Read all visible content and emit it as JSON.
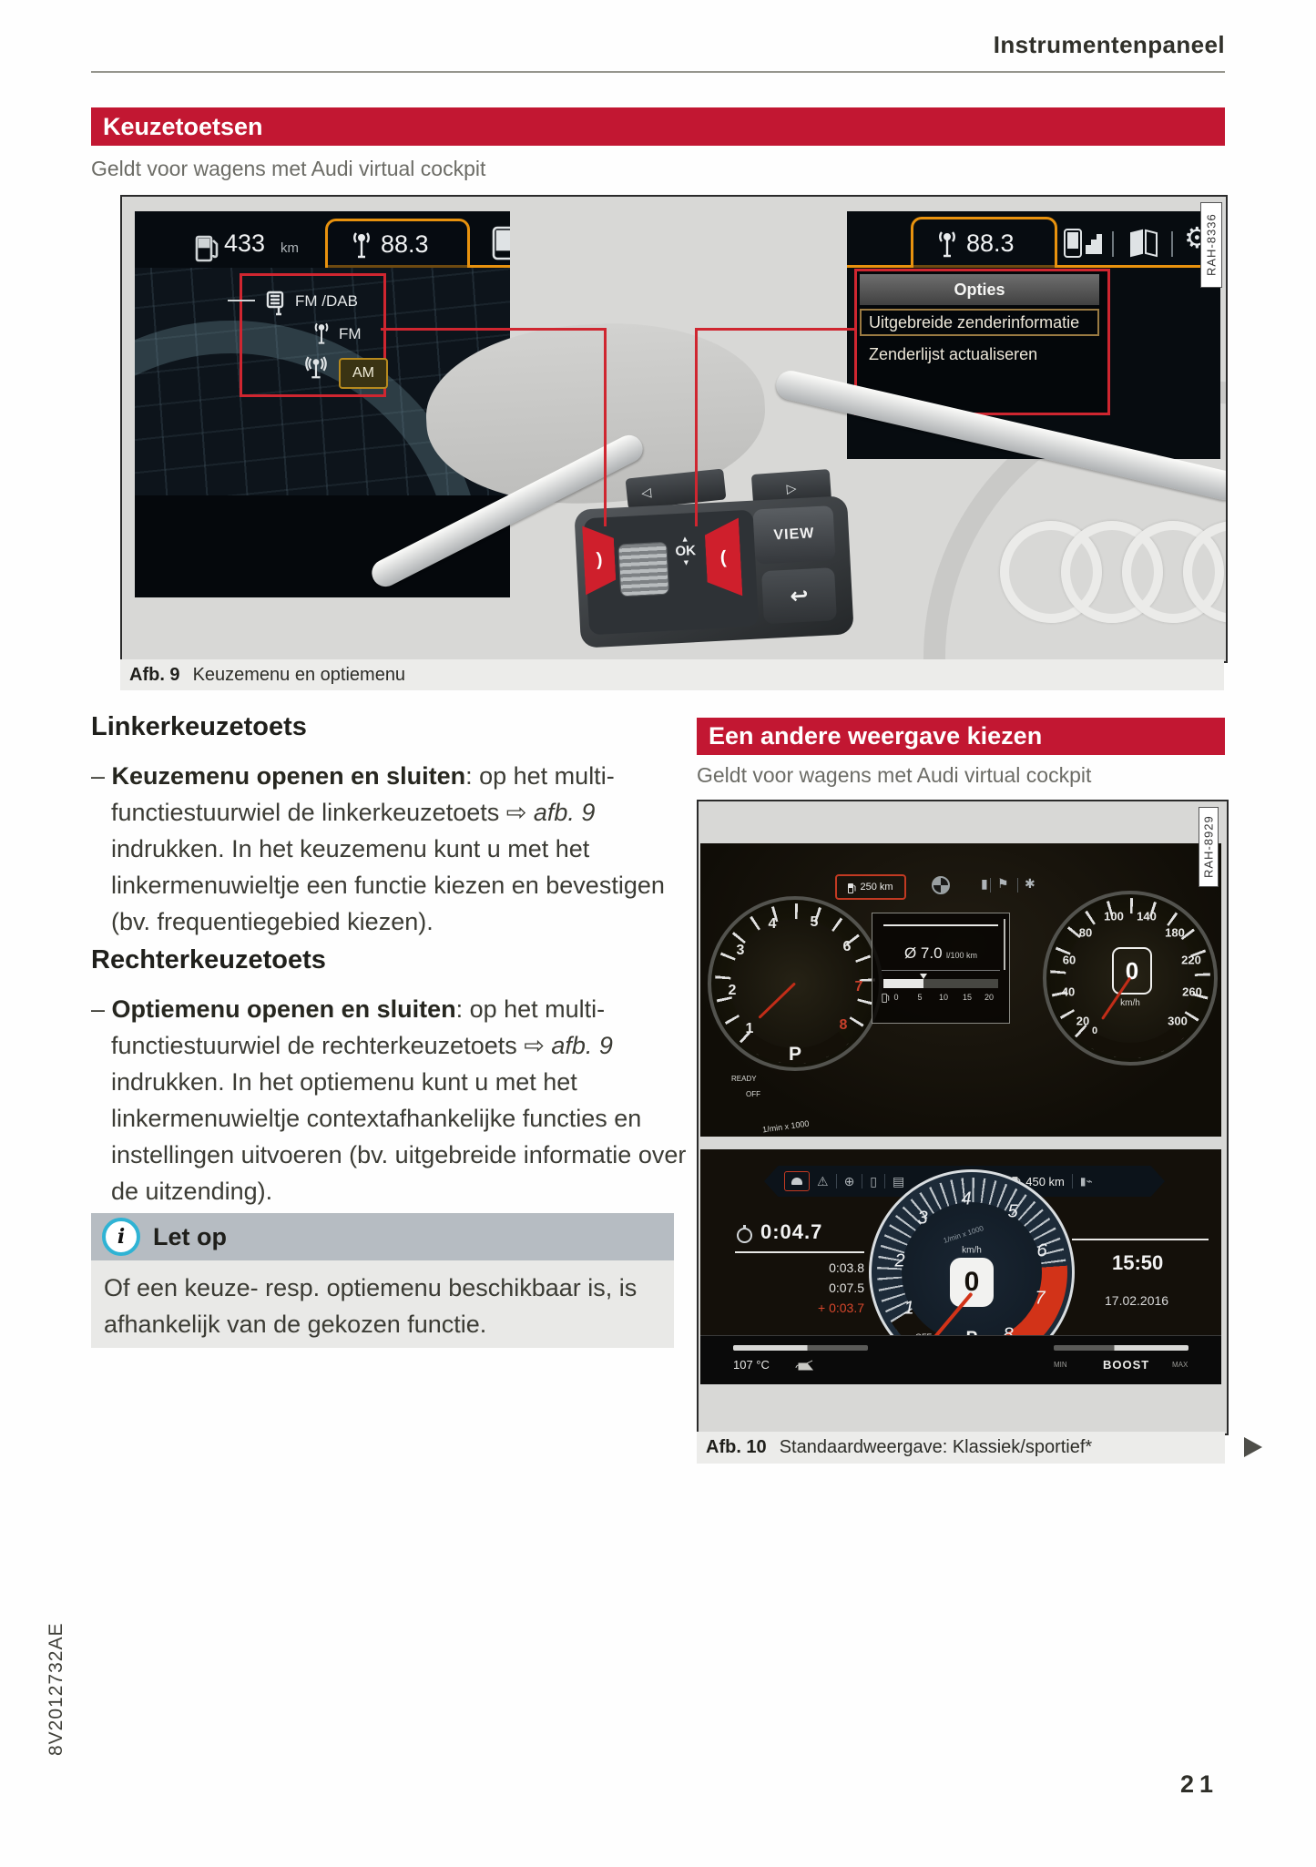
{
  "page": {
    "header_title": "Instrumentenpaneel",
    "page_number": "21",
    "doc_code": "8V2012732AE"
  },
  "s1": {
    "banner": "Keuzetoetsen",
    "subtitle": "Geldt voor wagens met Audi virtual cockpit",
    "heading_left": "Linkerkeuzetoets",
    "heading_right": "Rechterkeuzetoets"
  },
  "item_left": {
    "dash": "–",
    "bold": "Keuzemenu openen en sluiten",
    "mid": ": op het multi­functiestuurwiel de linkerkeuzetoets ",
    "arrow": "⇨ ",
    "ref": "afb. 9",
    "rest": " indrukken. In het keuzemenu kunt u met het linkermenuwieltje een functie kiezen en beves­tigen (bv. frequentiegebied kiezen)."
  },
  "item_right": {
    "dash": "–",
    "bold": "Optiemenu openen en sluiten",
    "mid": ": op het multi­functiestuurwiel de rechterkeuzetoets ",
    "arrow": "⇨ ",
    "ref": "afb. 9",
    "rest": " indrukken. In het optiemenu kunt u met het linkermenuwieltje contextafhankelijke functies en instellingen uitvoeren (bv. uitgebreide infor­matie over de uitzending)."
  },
  "note": {
    "title": "Let op",
    "icon": "i",
    "body": "Of een keuze- resp. optiemenu beschikbaar is, is afhankelijk van de gekozen functie."
  },
  "fig9": {
    "caption_label": "Afb. 9",
    "caption_text": "Keuzemenu en optiemenu",
    "ref_code": "RAH-8336",
    "left_display": {
      "range": "433",
      "range_unit": "km",
      "freq": "88.3"
    },
    "menu": [
      "FM /DAB",
      "FM",
      "AM"
    ],
    "right_display": {
      "freq": "88.3",
      "options_title": "Opties",
      "option1": "Uitgebreide zenderinformatie",
      "option2": "Zenderlijst actualiseren"
    },
    "ctl": {
      "up": "▲",
      "down": "▼",
      "ok": "OK",
      "view": "VIEW",
      "back": "↩",
      "seek_left": "◁",
      "seek_right": "▷",
      "left_btn": ")",
      "right_btn": "("
    }
  },
  "s2": {
    "banner": "Een andere weergave kiezen",
    "subtitle": "Geldt voor wagens met Audi virtual cockpit"
  },
  "fig10": {
    "caption_label": "Afb. 10",
    "caption_text": "Standaardweergave: Klassiek/sportief*",
    "ref_code": "RAH-8929",
    "classic": {
      "fuel": "250 km",
      "tach": [
        "1",
        "2",
        "3",
        "4",
        "5",
        "6",
        "7",
        "8"
      ],
      "gear": "P",
      "ready": "READY",
      "off": "OFF",
      "unit": "1/min x 1000",
      "avg": "Ø 7.0",
      "avg_unit": "l/100 km",
      "scale": [
        "0",
        "5",
        "10",
        "15",
        "20"
      ],
      "speed": [
        "20",
        "40",
        "60",
        "80",
        "100",
        "140",
        "180",
        "220",
        "260",
        "300"
      ],
      "zero": "0",
      "speed_value": "0",
      "kmh": "km/h"
    },
    "sport": {
      "fuel": "450 km",
      "lap_main": "0:04.7",
      "laps": [
        "0:03.8",
        "0:07.5",
        "+ 0:03.7"
      ],
      "clock": "15:50",
      "date": "17.02.2016",
      "tach": [
        "1",
        "2",
        "3",
        "4",
        "5",
        "6",
        "7",
        "8"
      ],
      "kmh": "km/h",
      "speed_value": "0",
      "gear": "P",
      "off": "OFF",
      "unit": "1/min x 1000",
      "temp": "107 °C",
      "min": "MIN",
      "boost": "BOOST",
      "max": "MAX"
    }
  }
}
